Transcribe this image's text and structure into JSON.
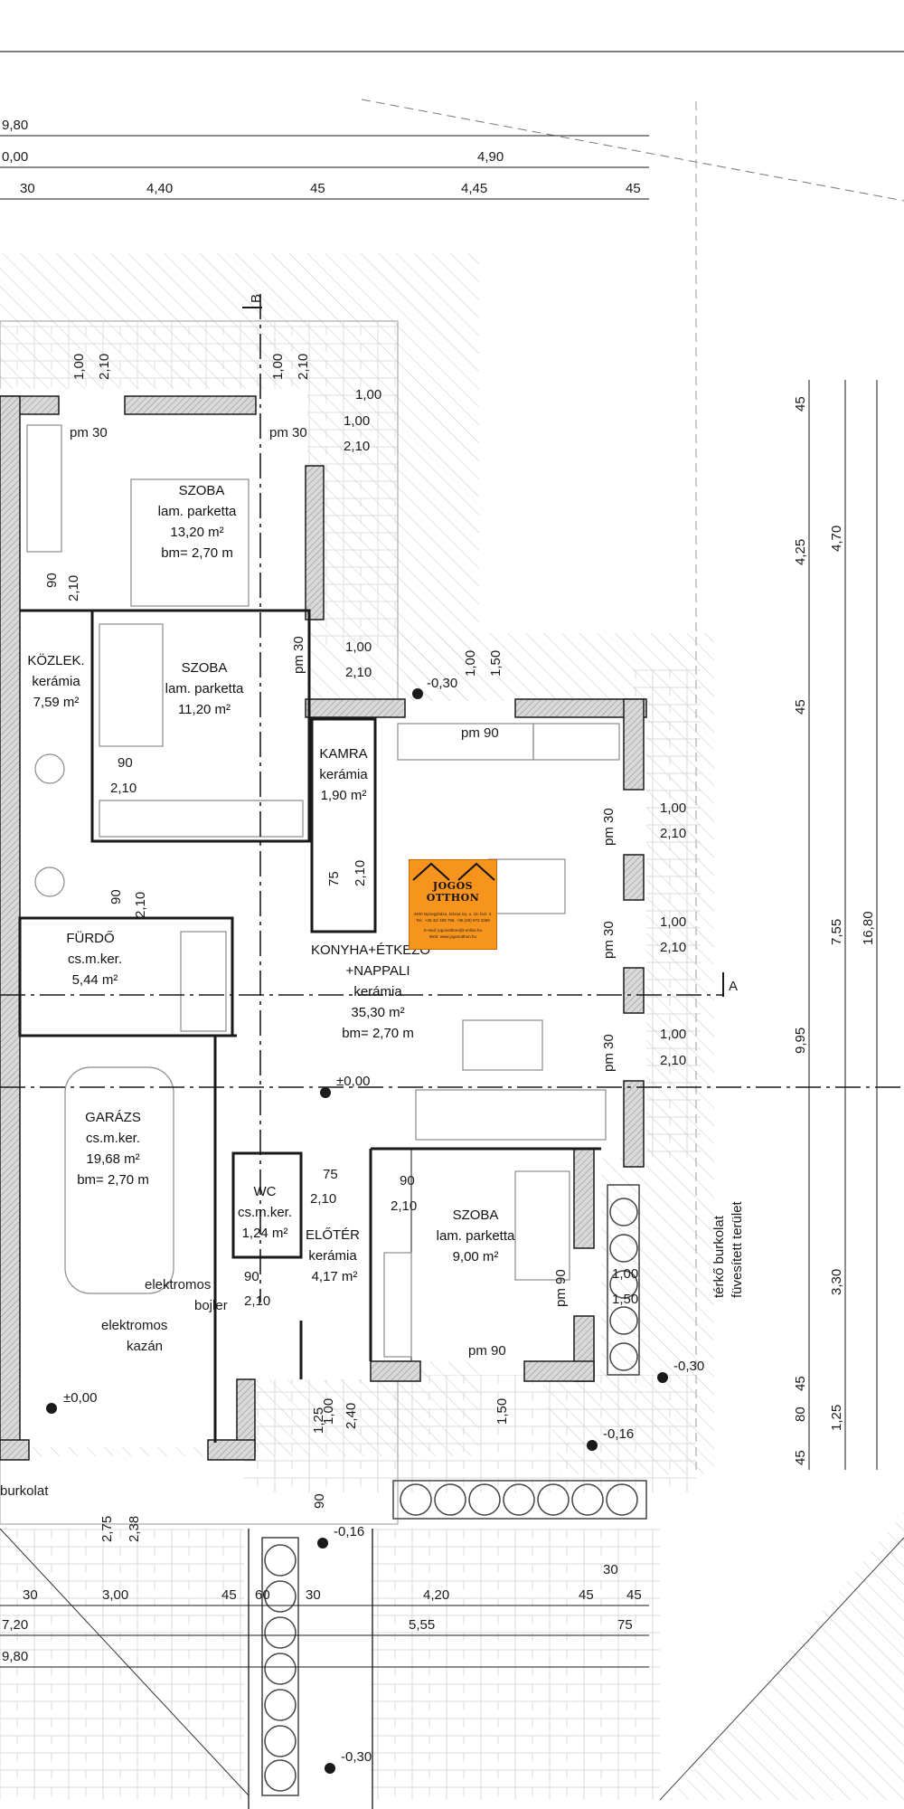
{
  "rooms": {
    "szoba1": {
      "name": "SZOBA",
      "floor": "lam. parketta",
      "area": "13,20 m²",
      "height": "bm= 2,70 m"
    },
    "szoba2": {
      "name": "SZOBA",
      "floor": "lam. parketta",
      "area": "11,20 m²"
    },
    "kozlek": {
      "name": "KÖZLEK.",
      "floor": "kerámia",
      "area": "7,59 m²"
    },
    "kamra": {
      "name": "KAMRA",
      "floor": "kerámia",
      "area": "1,90 m²"
    },
    "konyha": {
      "name1": "KONYHA+ÉTKEZŐ",
      "name2": "+NAPPALI",
      "floor": "kerámia",
      "area": "35,30 m²",
      "height": "bm= 2,70 m"
    },
    "furdo": {
      "name": "FÜRDŐ",
      "floor": "cs.m.ker.",
      "area": "5,44 m²"
    },
    "garazs": {
      "name": "GARÁZS",
      "floor": "cs.m.ker.",
      "area": "19,68 m²",
      "height": "bm= 2,70 m"
    },
    "wc": {
      "name": "WC",
      "floor": "cs.m.ker.",
      "area": "1,24 m²"
    },
    "eloter": {
      "name": "ELŐTÉR",
      "floor": "kerámia",
      "area": "4,17 m²"
    },
    "szoba3": {
      "name": "SZOBA",
      "floor": "lam. parketta",
      "area": "9,00 m²"
    }
  },
  "labels": {
    "elektromos_bojler_1": "elektromos",
    "elektromos_bojler_2": "bojler",
    "elektromos_kazan_1": "elektromos",
    "elektromos_kazan_2": "kazán",
    "terko_1": "térkő burkolat",
    "terko_2": "füvesített terület",
    "burkolat": "burkolat",
    "section_a": "A",
    "section_b": "B"
  },
  "levels": {
    "zero1": "±0,00",
    "zero2": "±0,00",
    "m030a": "-0,30",
    "m030b": "-0,30",
    "m030c": "-0,30",
    "m016a": "-0,16",
    "m016b": "-0,16"
  },
  "top_dims": {
    "r1": [
      "9,80"
    ],
    "r2": [
      "0,00",
      "4,90"
    ],
    "r3": [
      "30",
      "4,40",
      "45",
      "4,45",
      "45"
    ]
  },
  "bottom_dims": {
    "r1": [
      "30",
      "3,00",
      "45",
      "60",
      "30",
      "4,20",
      "45",
      "45"
    ],
    "r0": [
      "30"
    ],
    "r2": [
      "7,20",
      "5,55",
      "75"
    ],
    "r3": [
      "9,80"
    ]
  },
  "right_dims": {
    "c1": [
      "45",
      "4,25",
      "45",
      "9,95",
      "3,30",
      "45",
      "80",
      "1,25",
      "45"
    ],
    "c2": [
      "4,70",
      "7,55"
    ],
    "c3": [
      "16,80"
    ]
  },
  "openings": {
    "o1": "1,00",
    "o2": "2,10",
    "o3": "1,00",
    "o4": "2,10",
    "o5": "1,00",
    "o6": "1,00",
    "o7": "2,10",
    "o8": "pm 30",
    "o9": "pm 30",
    "o10": "90",
    "o11": "2,10",
    "o12": "pm 30",
    "o13": "1,00",
    "o14": "2,10",
    "o15": "1,00",
    "o16": "1,50",
    "o17": "pm 90",
    "o18": "90",
    "o19": "2,10",
    "o20": "75",
    "o21": "2,10",
    "o22": "90",
    "o23": "2,10",
    "o24": "pm 30",
    "o25": "1,00",
    "o26": "2,10",
    "o27": "pm 30",
    "o28": "1,00",
    "o29": "2,10",
    "o30": "pm 30",
    "o31": "1,00",
    "o32": "2,10",
    "o33": "75",
    "o34": "2,10",
    "o35": "90",
    "o36": "2,10",
    "o37": "90",
    "o38": "2,10",
    "o39": "pm 90",
    "o40": "1,00",
    "o41": "1,50",
    "o42": "pm 90",
    "o43": "1,50",
    "o44": "1,00",
    "o45": "2,40",
    "o46": "1,25",
    "o47": "90",
    "o48": "2,75",
    "o49": "2,38"
  },
  "logo": {
    "title": "JOGOS OTTHON",
    "line1": "4400 Nyíregyháza, Dózsa Gy. u. 15. fszt. 4.",
    "line2": "Tel.: +36 42/ 409 795, +36 (20) 973 3368",
    "line3": "E-mail: jogosotthon@t-online.hu",
    "line4": "Web: www.jogosotthon.hu"
  },
  "colors": {
    "wall_fill": "#cfcfcf",
    "logo_bg": "#f7941d",
    "line": "#1a1a1a",
    "hatch": "#b9b9b9"
  }
}
